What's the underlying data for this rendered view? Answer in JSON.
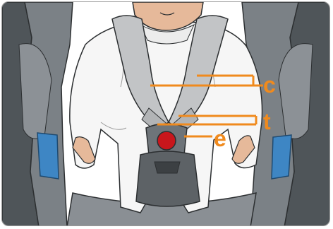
{
  "colors": {
    "accent": "#f08a1d",
    "buckle_button": "#c8161c",
    "seat_side_blue": "#3e86c4",
    "seat_gray": "#6e7479",
    "harness_gray": "#c2c4c6",
    "suit_white": "#f6f6f6",
    "skin": "#e6b99a"
  },
  "callouts": [
    {
      "id": "c",
      "label": "c"
    },
    {
      "id": "t",
      "label": "t"
    },
    {
      "id": "e",
      "label": "e"
    }
  ]
}
